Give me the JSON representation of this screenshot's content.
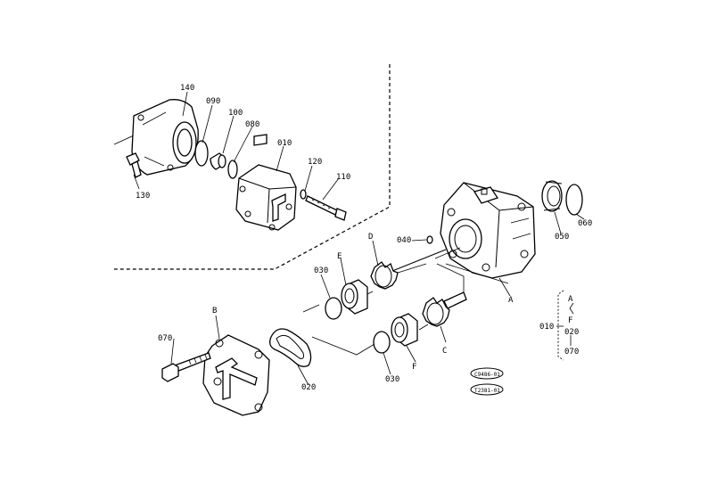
{
  "labels": {
    "p140": "140",
    "p090": "090",
    "p100": "100",
    "p080": "080",
    "p010_top": "010",
    "p120": "120",
    "p110": "110",
    "p130": "130",
    "pD": "D",
    "p040": "040",
    "p050": "050",
    "p060": "060",
    "pE": "E",
    "p030_top": "030",
    "pA": "A",
    "pB": "B",
    "p070": "070",
    "p020": "020",
    "pF": "F",
    "p030_bot": "030",
    "pC": "C",
    "legend_010": "010",
    "legend_A": "A",
    "legend_F": "F",
    "legend_020": "020",
    "legend_070": "070"
  },
  "stamps": {
    "stamp1": "C9486-01",
    "stamp2": "T2381-01"
  }
}
